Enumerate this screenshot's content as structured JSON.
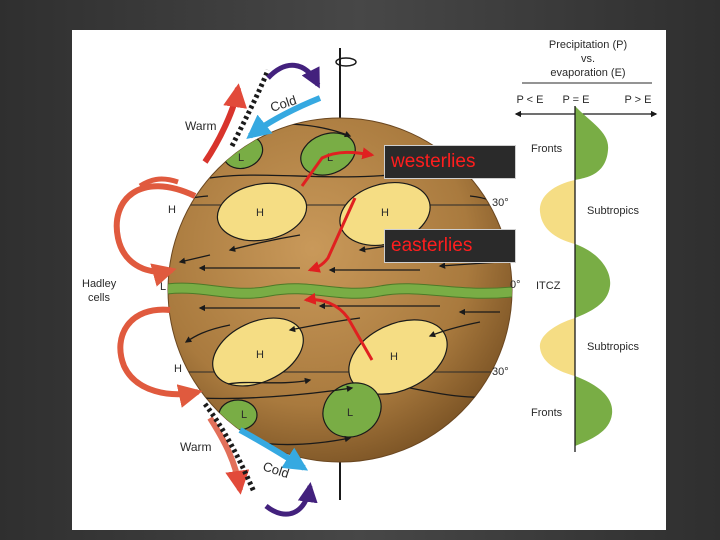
{
  "colors": {
    "globe": "#a97a3e",
    "high": "#f5dd84",
    "low": "#79ad45",
    "warm": "#d8342c",
    "cold": "#36a9e1",
    "hadley": "#e05a3e",
    "polar": "#43217d",
    "callout_text": "#ff1e1e",
    "callout_bg": "#2a2a2a"
  },
  "left_labels": {
    "warm_top": "Warm",
    "cold_top": "Cold",
    "hadley": [
      "Hadley",
      "cells"
    ],
    "warm_bottom": "Warm",
    "cold_bottom": "Cold"
  },
  "globe_labels": {
    "h_north_edge": "H",
    "l_equator": "L",
    "h_south_edge": "H",
    "lat_north": "30°",
    "equator": "0°",
    "lat_south": "30°",
    "north_lows": [
      "L",
      "L"
    ],
    "north_highs": [
      "H",
      "H"
    ],
    "south_highs": [
      "H",
      "H"
    ],
    "south_lows": [
      "L",
      "L"
    ]
  },
  "pe_panel": {
    "title": [
      "Precipitation (P)",
      "vs.",
      "evaporation (E)"
    ],
    "axis": [
      "P < E",
      "P = E",
      "P > E"
    ],
    "zones": [
      "Fronts",
      "Subtropics",
      "ITCZ",
      "Subtropics",
      "Fronts"
    ]
  },
  "callouts": {
    "top": "westerlies",
    "bottom": "easterlies"
  }
}
